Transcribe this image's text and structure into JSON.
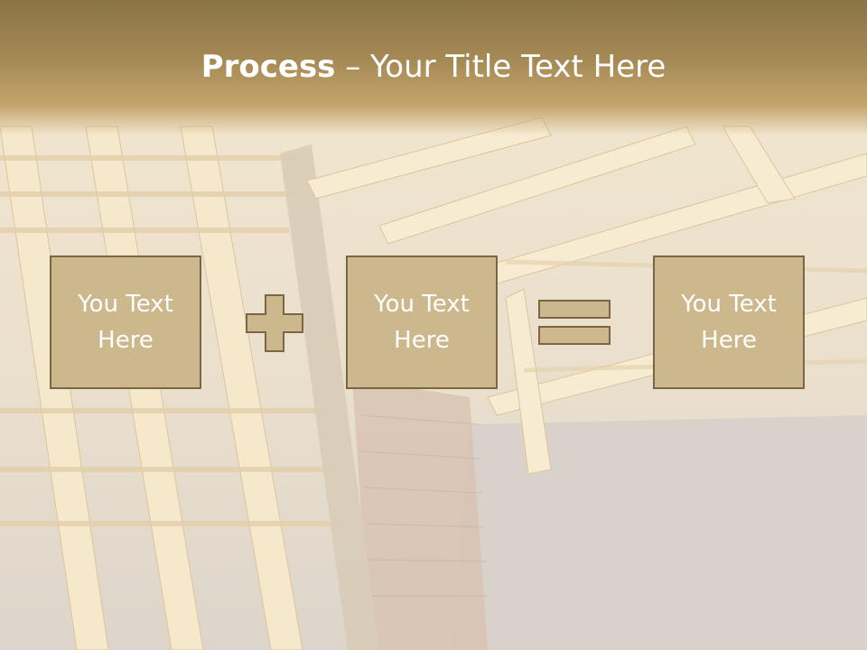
{
  "title": {
    "bold": "Process",
    "rest": " – Your Title Text Here"
  },
  "process": {
    "boxes": [
      {
        "label": "You Text Here"
      },
      {
        "label": "You Text Here"
      },
      {
        "label": "You Text Here"
      }
    ],
    "operators": [
      "plus-icon",
      "equals-icon"
    ]
  },
  "colors": {
    "title_band": "#a68a55",
    "box_fill": "#cdb78c",
    "box_border": "#7a6645",
    "symbol_fill": "#cdb78c",
    "text": "#ffffff"
  }
}
